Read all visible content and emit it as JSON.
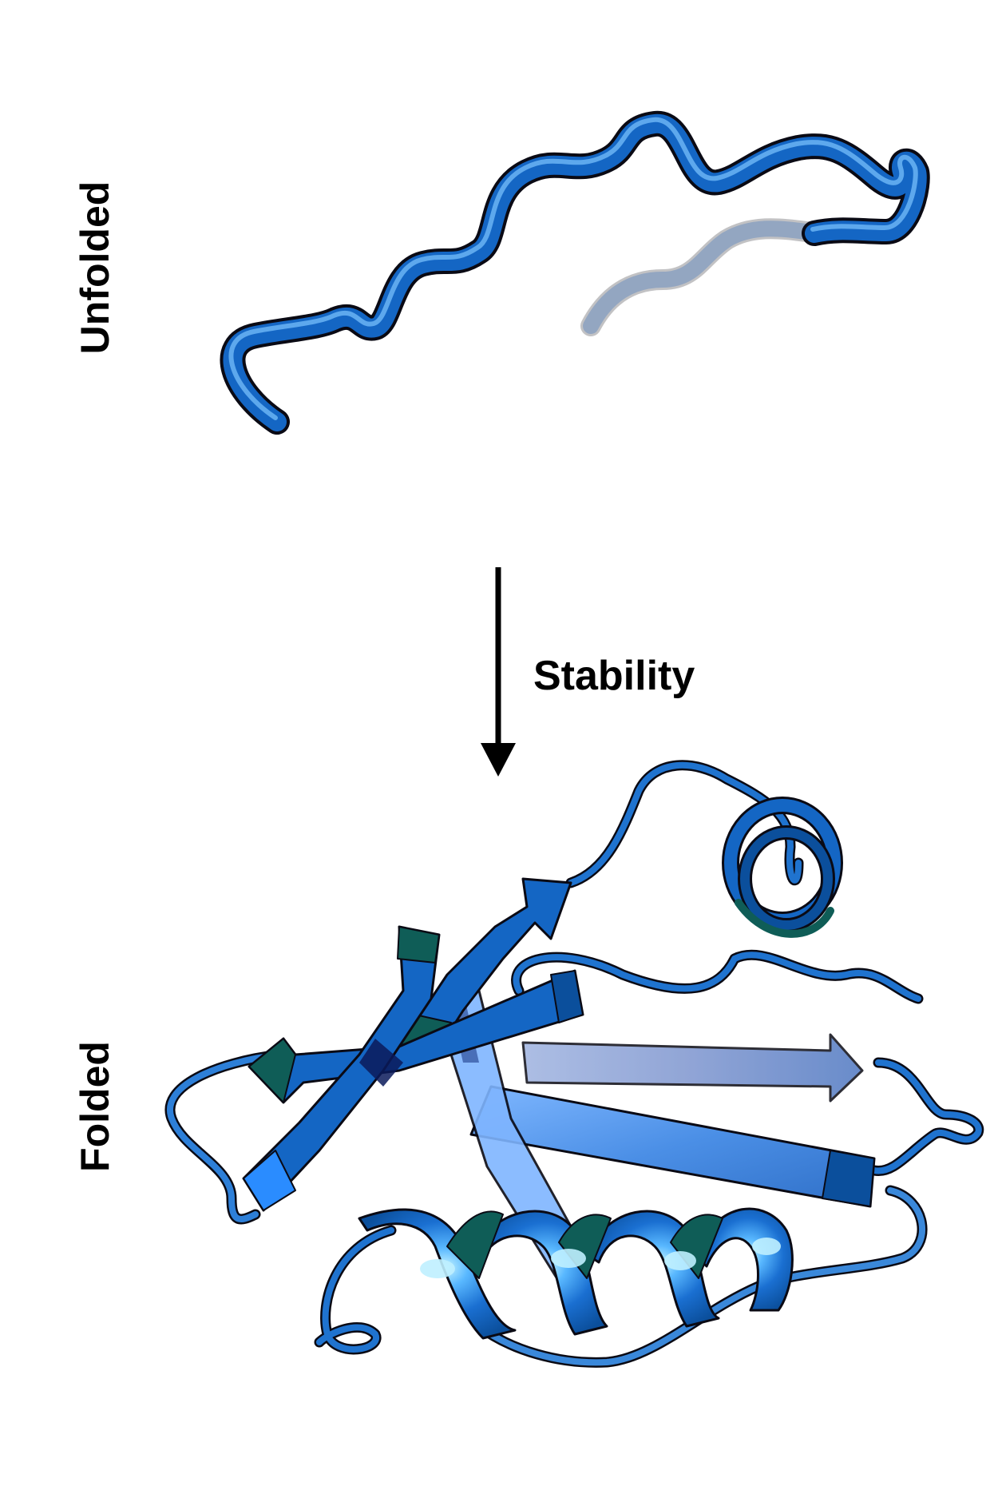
{
  "labels": {
    "unfolded": "Unfolded",
    "folded": "Folded",
    "arrow": "Stability"
  },
  "colors": {
    "protein_dark": "#0b4f9c",
    "protein_mid": "#1466c4",
    "protein_light": "#3f9bf0",
    "highlight": "#bff0ff",
    "green_shade": "#0f5d57",
    "pale_strand": "#7f9fd6",
    "outline": "#0a0a14",
    "text": "#000000"
  },
  "icons": {
    "unfolded_structure": "random-coil-tube-icon",
    "folded_structure": "protein-ribbon-icon",
    "arrow": "down-arrow-icon"
  }
}
